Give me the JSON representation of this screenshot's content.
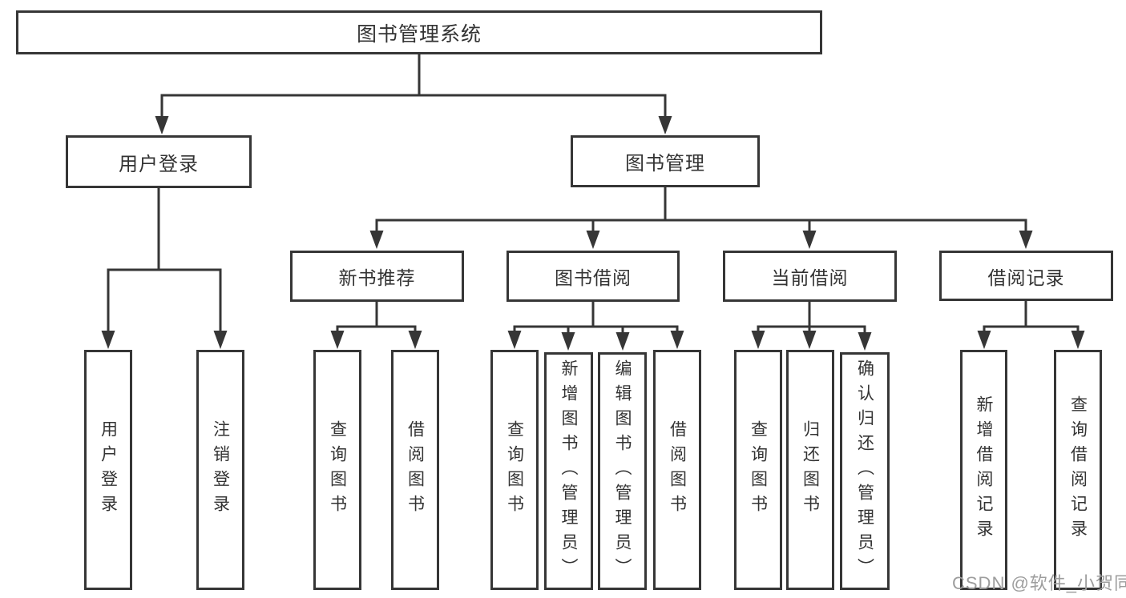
{
  "diagram": {
    "title": "图书管理系统",
    "children": [
      {
        "label": "用户登录",
        "children": [
          {
            "label": "用户登录"
          },
          {
            "label": "注销登录"
          }
        ]
      },
      {
        "label": "图书管理",
        "children": [
          {
            "label": "新书推荐",
            "children": [
              {
                "label": "查询图书"
              },
              {
                "label": "借阅图书"
              }
            ]
          },
          {
            "label": "图书借阅",
            "children": [
              {
                "label": "查询图书"
              },
              {
                "label": "新增图书（管理员）"
              },
              {
                "label": "编辑图书（管理员）"
              },
              {
                "label": "借阅图书"
              }
            ]
          },
          {
            "label": "当前借阅",
            "children": [
              {
                "label": "查询图书"
              },
              {
                "label": "归还图书"
              },
              {
                "label": "确认归还（管理员）"
              }
            ]
          },
          {
            "label": "借阅记录",
            "children": [
              {
                "label": "新增借阅记录"
              },
              {
                "label": "查询借阅记录"
              }
            ]
          }
        ]
      }
    ]
  },
  "watermark": {
    "text": "CSDN @软件_小贺同学"
  },
  "colors": {
    "line": "#363636",
    "box_border": "#363636",
    "text": "#333333",
    "watermark": "#9d9d9d",
    "background": "#ffffff"
  }
}
